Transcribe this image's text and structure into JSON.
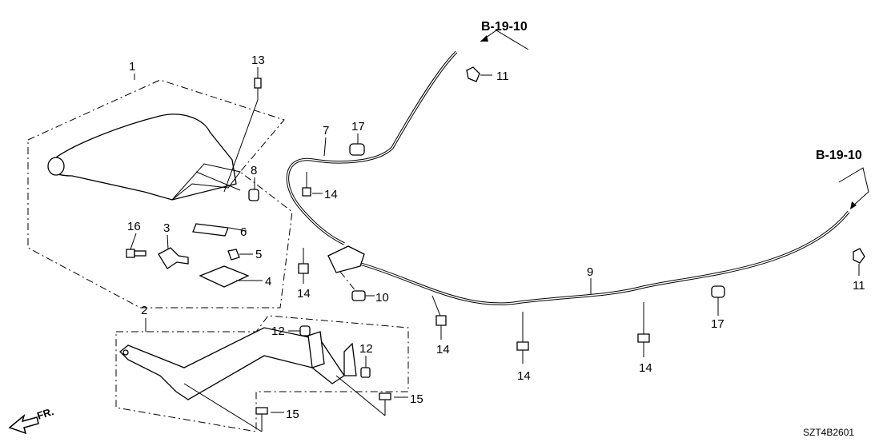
{
  "refs": {
    "b1": "B-19-10",
    "b2": "B-19-10"
  },
  "labels": {
    "p1": "1",
    "p13": "13",
    "p17a": "17",
    "p7": "7",
    "p11a": "11",
    "p8": "8",
    "p14a": "14",
    "p16": "16",
    "p3": "3",
    "p6": "6",
    "p5": "5",
    "p4": "4",
    "p14b": "14",
    "p10": "10",
    "p9": "9",
    "p11b": "11",
    "p17b": "17",
    "p2": "2",
    "p12a": "12",
    "p12b": "12",
    "p14c": "14",
    "p14d": "14",
    "p14e": "14",
    "p15a": "15",
    "p15b": "15"
  },
  "front_indicator": "FR.",
  "diagram_code": "SZT4B2601"
}
